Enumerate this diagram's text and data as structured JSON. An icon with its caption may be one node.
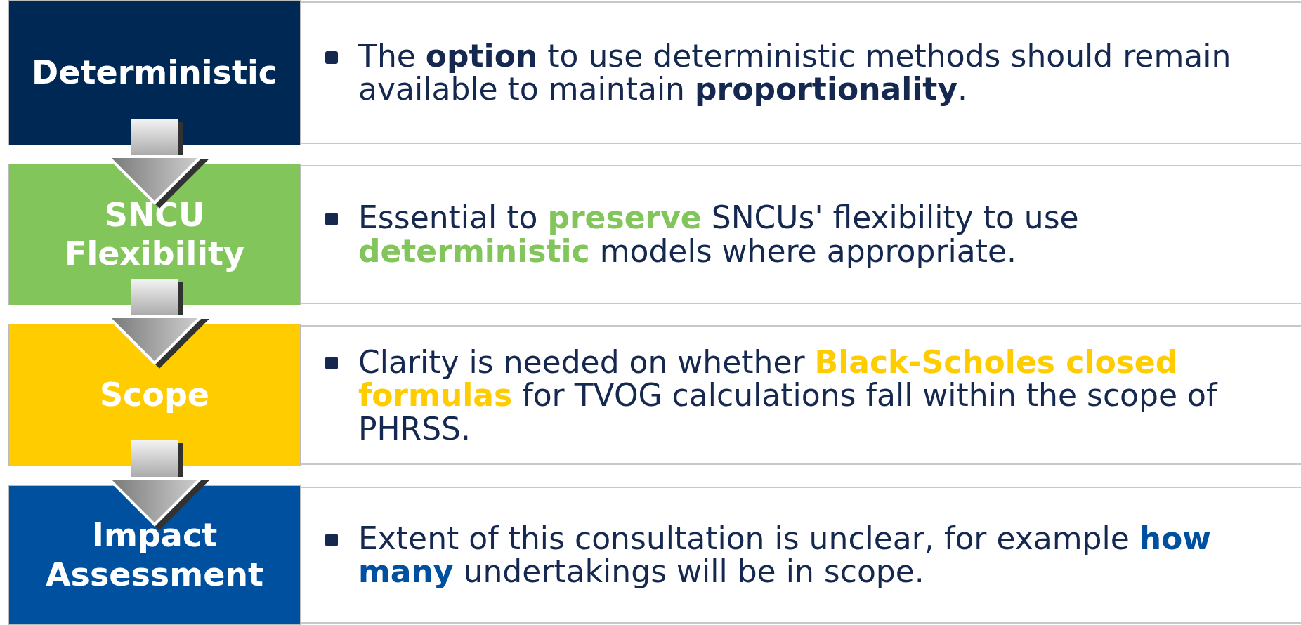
{
  "diagram": {
    "nodes": [
      {
        "text": [
          "Deterministic"
        ]
      },
      {
        "text": [
          "The **option** to use deterministic methods should remain available to maintain **proportionality**."
        ]
      },
      {
        "text": [
          "SNCU Flexibility"
        ]
      },
      {
        "text": [
          "Essential to **preserve** SNCUs' flexibility to use **deterministic** models where appropriate."
        ]
      },
      {
        "text": [
          "Scope"
        ]
      },
      {
        "text": [
          "Clarity is needed on whether **Black-Scholes closed formulas** for TVOG calculations fall within the scope of PHRSS."
        ]
      },
      {
        "text": [
          "Impact Assessment"
        ]
      },
      {
        "text": [
          "Extent of this consultation is unclear, for example **how many** undertakings will be in scope."
        ]
      }
    ],
    "edges": [
      {
        "from": 0,
        "to": 2,
        "arrow": "to"
      },
      {
        "from": 2,
        "to": 4,
        "arrow": "to"
      },
      {
        "from": 4,
        "to": 6,
        "arrow": "to"
      }
    ]
  }
}
